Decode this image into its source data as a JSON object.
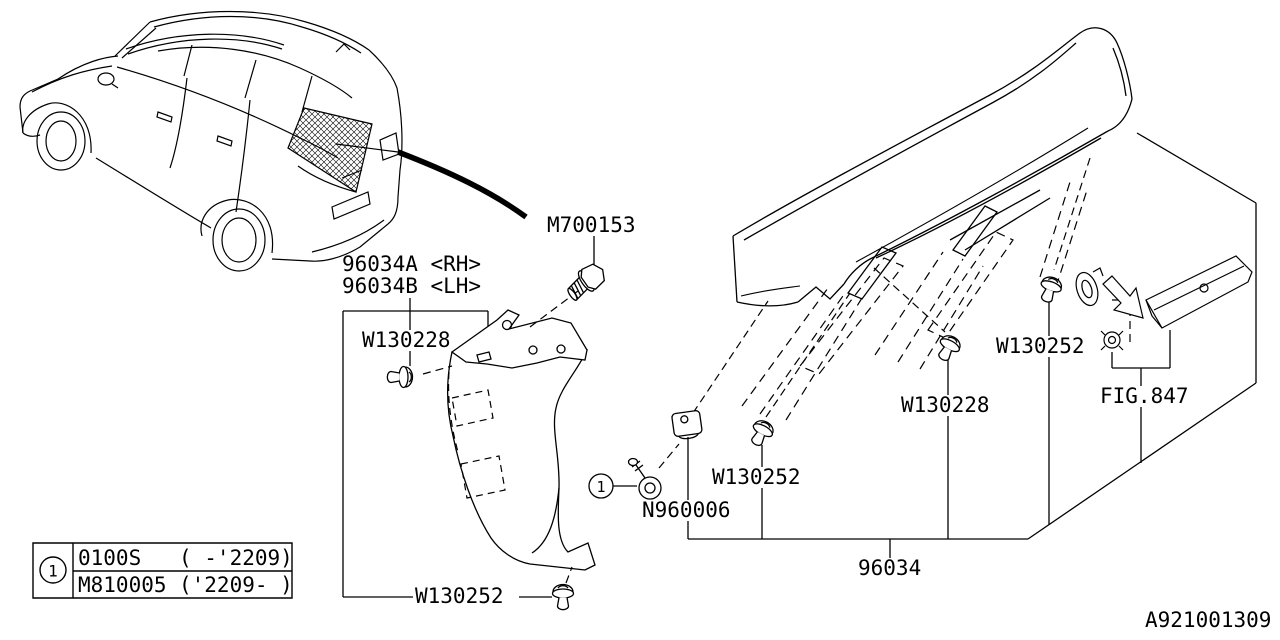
{
  "diagram": {
    "type": "parts-catalog-exploded-view",
    "subject": "Rear spoiler / side spoiler assembly",
    "footer_code": "A921001309",
    "colors": {
      "line": "#000000",
      "background": "#ffffff"
    },
    "labels": {
      "part_rh": "96034A <RH>",
      "part_lh": "96034B <LH>",
      "bolt_m700153": "M700153",
      "clip_w130228_left": "W130228",
      "clip_w130252_bottom": "W130252",
      "screw_n960006": "N960006",
      "clip_w130252_center": "W130252",
      "clip_w130228_right": "W130228",
      "clip_w130252_right": "W130252",
      "fig_reference": "FIG.847",
      "spoiler_96034": "96034",
      "callout_1": "1"
    },
    "legend": {
      "callout": "1",
      "rows": [
        {
          "part": "0100S",
          "range": "( -'2209)"
        },
        {
          "part": "M810005",
          "range": "('2209- )"
        }
      ]
    }
  }
}
